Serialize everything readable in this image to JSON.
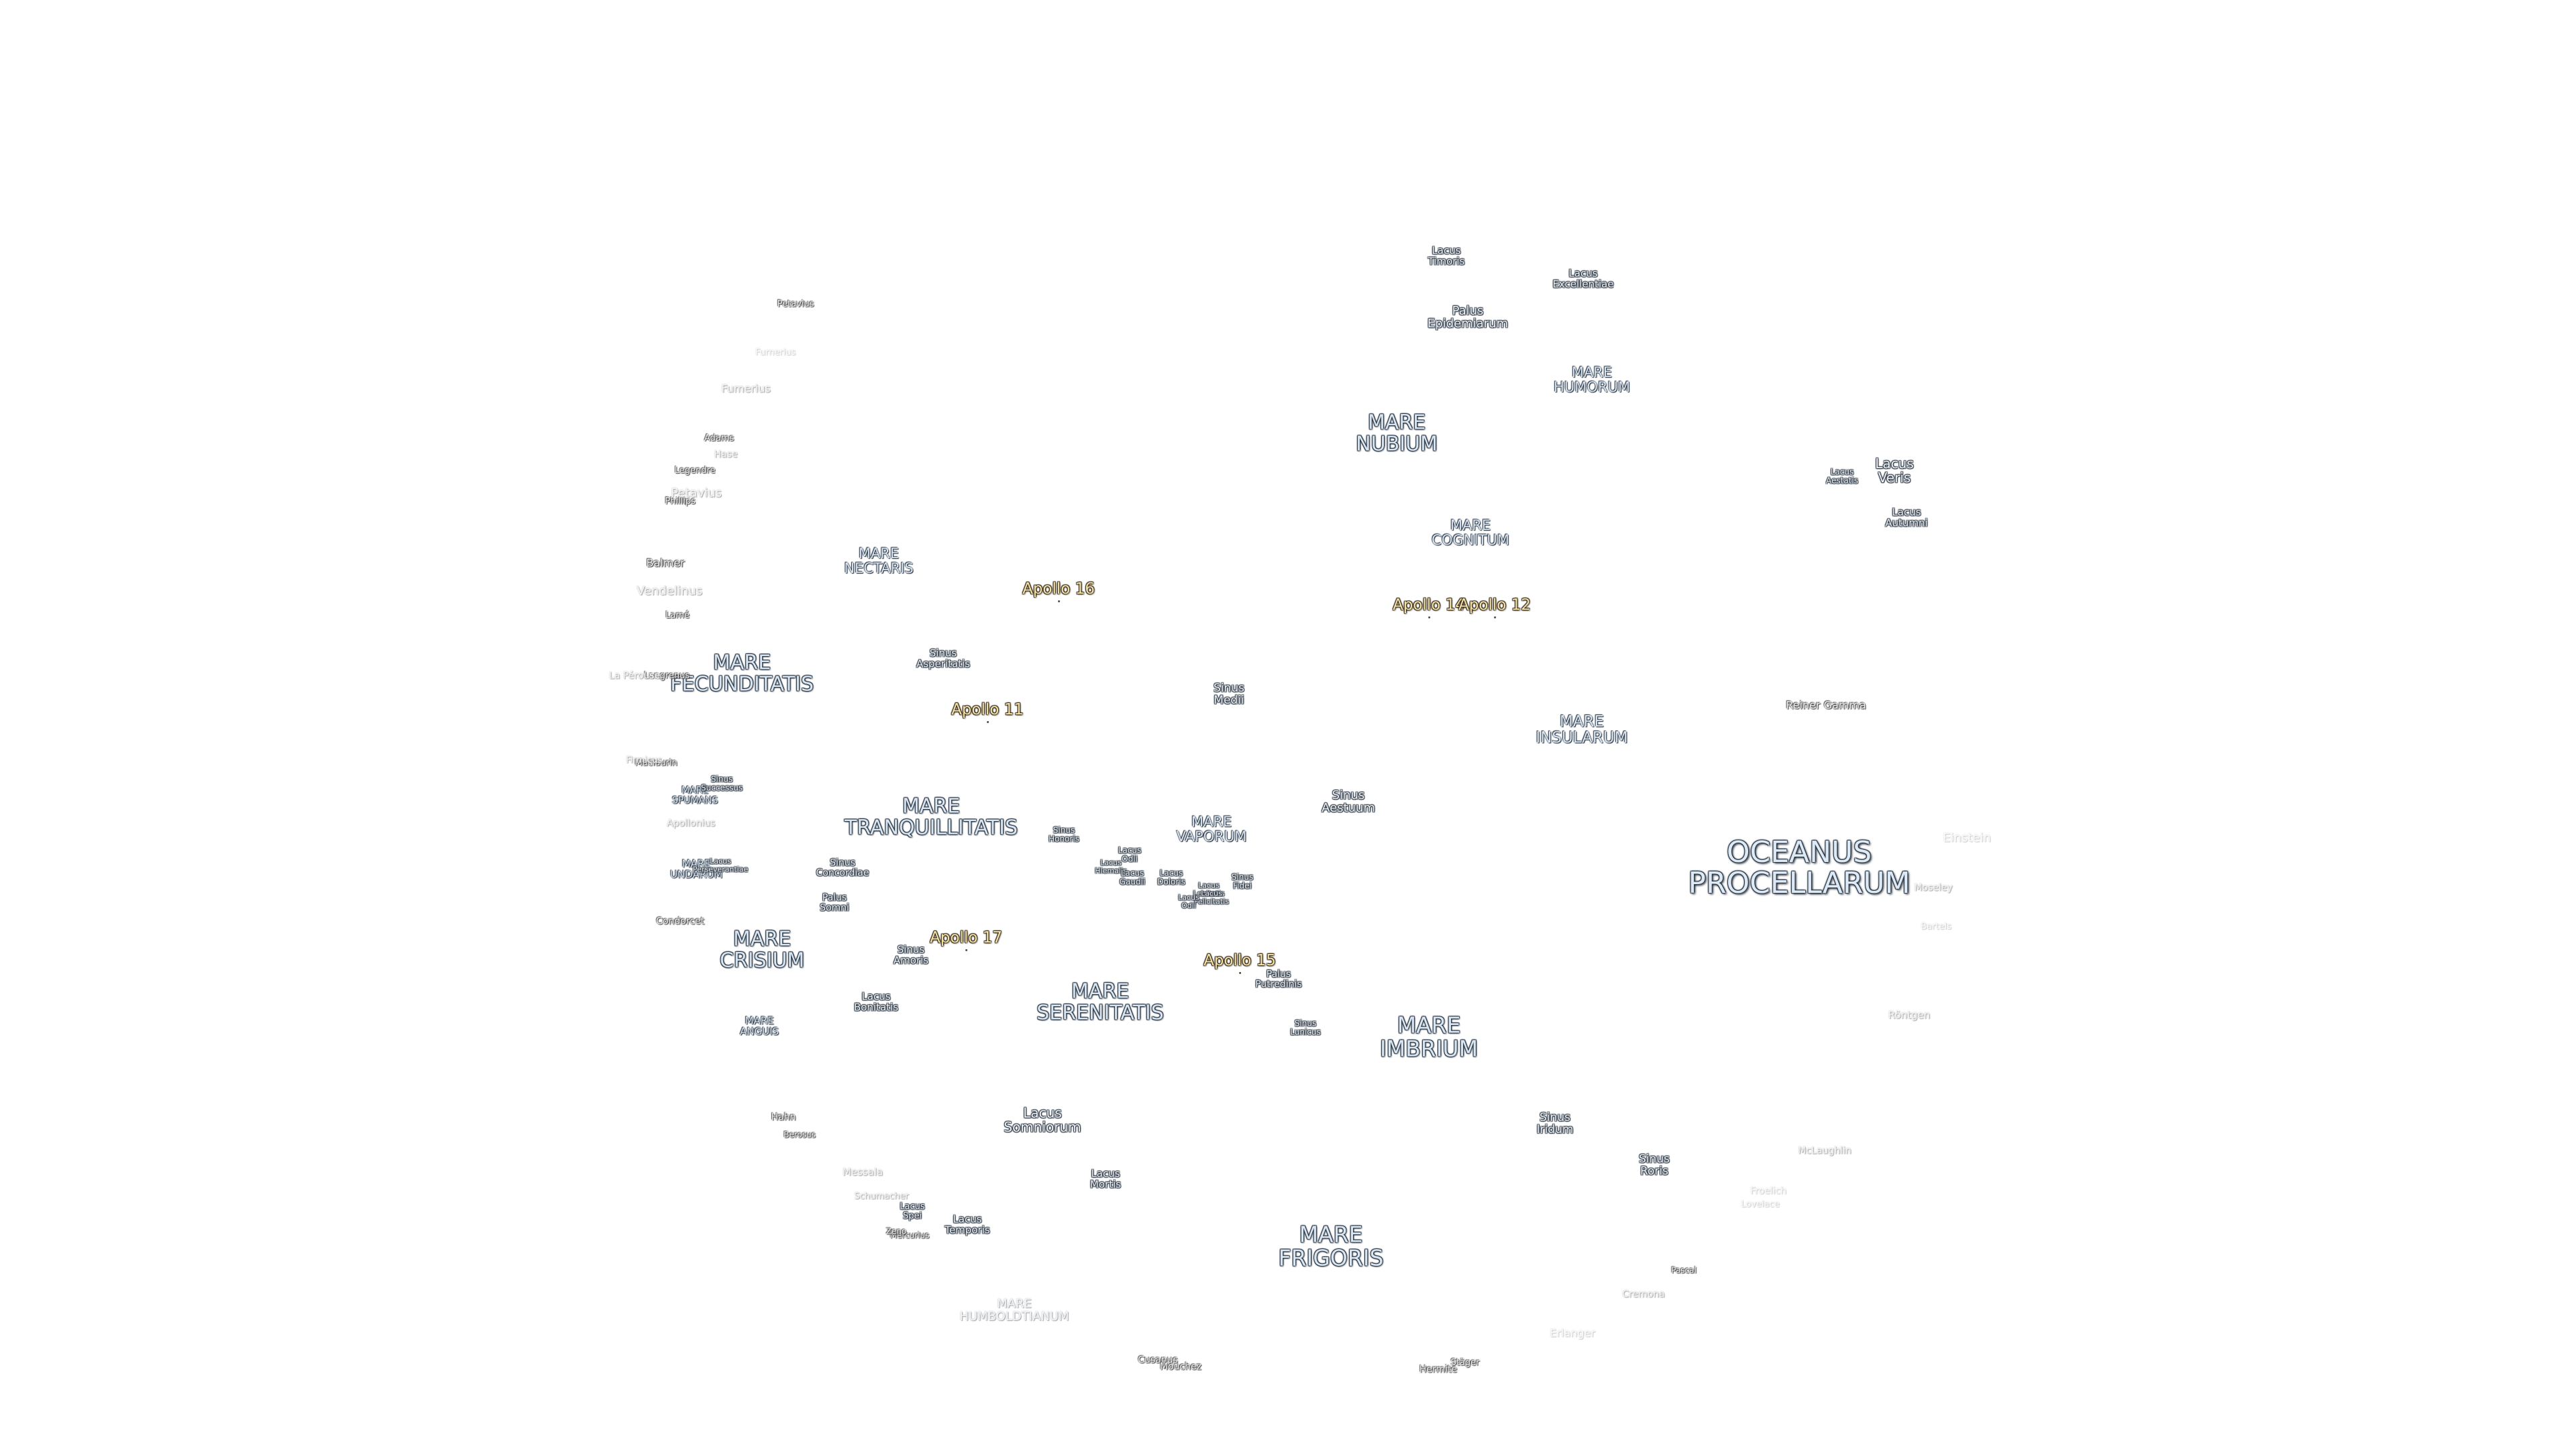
{
  "seas": {
    "nubium": "MARE\nNUBIUM",
    "humorum": "MARE\nHUMORUM",
    "cognitum": "MARE\nCOGNITUM",
    "nectaris": "MARE\nNECTARIS",
    "fecunditatis": "MARE\nFECUNDITATIS",
    "insularum": "MARE\nINSULARUM",
    "tranquillitatis": "MARE\nTRANQUILLITATIS",
    "vaporum": "MARE\nVAPORUM",
    "oceanus_procellarum": "OCEANUS\nPROCELLARUM",
    "spumans": "MARE\nSPUMANS",
    "undarum": "MARE\nUNDARUM",
    "crisium": "MARE\nCRISIUM",
    "serenitatis": "MARE\nSERENITATIS",
    "imbrium": "MARE\nIMBRIUM",
    "anguis": "MARE\nANGUIS",
    "frigoris": "MARE\nFRIGORIS",
    "humboldtianum": "MARE\nHUMBOLDTIANUM"
  },
  "minor_features": {
    "lacus_timoris": "Lacus\nTimoris",
    "lacus_excellentiae": "Lacus\nExcellentiae",
    "palus_epidemiarum": "Palus\nEpidemiarum",
    "lacus_veris": "Lacus\nVeris",
    "lacus_aestatis": "Lacus\nAestatis",
    "lacus_autumni": "Lacus\nAutumni",
    "sinus_asperitatis": "Sinus\nAsperitatis",
    "sinus_medii": "Sinus\nMedii",
    "sinus_aestuum": "Sinus\nAestuum",
    "sinus_successus": "Sinus\nSuccessus",
    "sinus_honoris": "Sinus\nHonoris",
    "lacus_odii_top": "Lacus\nOdii",
    "sinus_concordiae": "Sinus\nConcordiae",
    "lacus_perseverantiae": "Lacus\nPerseverantiae",
    "lacus_hiemalis": "Lacus\nHiemalis",
    "lacus_doloris": "Lacus\nDoloris",
    "lacus_lenitatis": "Lacus\nLenitatis",
    "sinus_fidei": "Sinus\nFidei",
    "lacus_gaudii": "Lacus\nGaudii",
    "lacus_felicitatis": "Lacus\nFelicitatis",
    "lacus_odii": "Lacus\nOdii",
    "palus_somni": "Palus\nSomni",
    "sinus_amoris": "Sinus\nAmoris",
    "palus_putredinis": "Palus\nPutredinis",
    "lacus_bonitatis": "Lacus\nBonitatis",
    "sinus_lunicus": "Sinus\nLunicus",
    "lacus_somniorum": "Lacus\nSomniorum",
    "sinus_iridum": "Sinus\nIridum",
    "sinus_roris": "Sinus\nRoris",
    "lacus_mortis": "Lacus\nMortis",
    "lacus_spei": "Lacus\nSpei",
    "lacus_temporis": "Lacus\nTemporis"
  },
  "craters": {
    "petavius_top": "Petavius",
    "fumerius": "Fumerius",
    "adams": "Adams",
    "legendre": "Legendre",
    "phillips": "Phillips",
    "balmer": "Balmer",
    "lame": "Lamé",
    "langrenus": "Langrenus",
    "maclaurin": "Maclaurin",
    "condorcet": "Condorcet",
    "reiner_gamma": "Reiner Gamma",
    "hahn": "Hahn",
    "berosus": "Berosus",
    "mercurius": "Mercurius",
    "zeno": "Zeno",
    "cusanus": "Cusanus",
    "mouchez": "Mouchez",
    "hermite": "Hermite",
    "stager": "Stäger",
    "vendelinus": "Vendelinus",
    "petavius": "Petavius",
    "hase": "Hase",
    "la_perouse": "La Pérouse",
    "apollonius": "Apollonius",
    "firmicus": "Firmicus",
    "messala": "Messala",
    "schumacher": "Schumacher",
    "cremona": "Cremona",
    "pascal": "Pascal",
    "einstein": "Einstein",
    "moseley": "Moseley",
    "bartels": "Bartels",
    "rontgen": "Röntgen",
    "mclaughlin": "McLaughlin",
    "froelich": "Froelich",
    "lovelace": "Lovelace",
    "erlanger": "Erlanger",
    "furnerius": "Furnerius"
  },
  "apollo": {
    "a16": "Apollo 16",
    "a14": "Apollo 14",
    "a12": "Apollo 12",
    "a11": "Apollo 11",
    "a17": "Apollo 17",
    "a15": "Apollo 15"
  }
}
